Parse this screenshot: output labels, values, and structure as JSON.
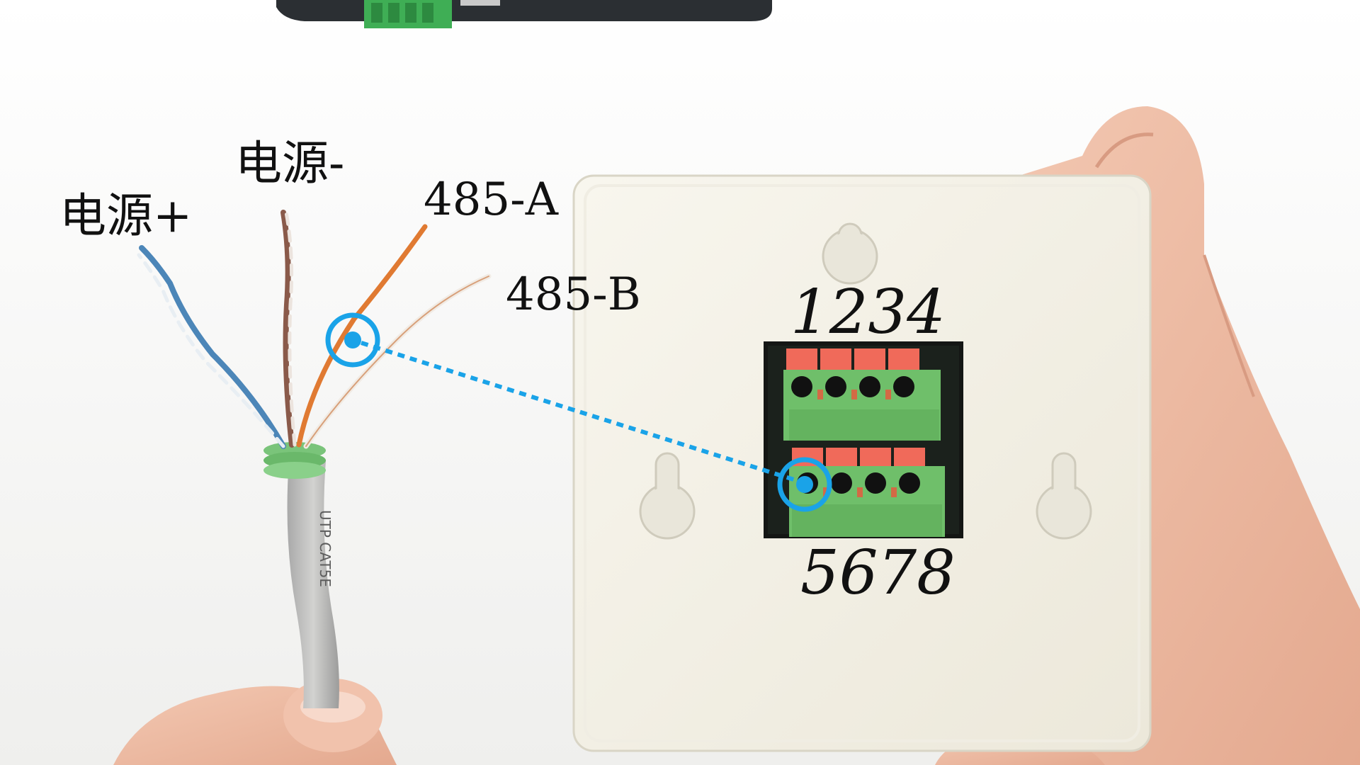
{
  "labels": {
    "power_positive": "电源+",
    "power_negative": "电源-",
    "rs485_a": "485-A",
    "rs485_b": "485-B",
    "terminals_top": "1234",
    "terminals_bottom": "5678"
  },
  "colors": {
    "highlight_marker": "#1aa3e8",
    "terminal_block": "#6fbf6a",
    "terminal_lever": "#f06a5a",
    "panel": "#f4f1e6"
  }
}
